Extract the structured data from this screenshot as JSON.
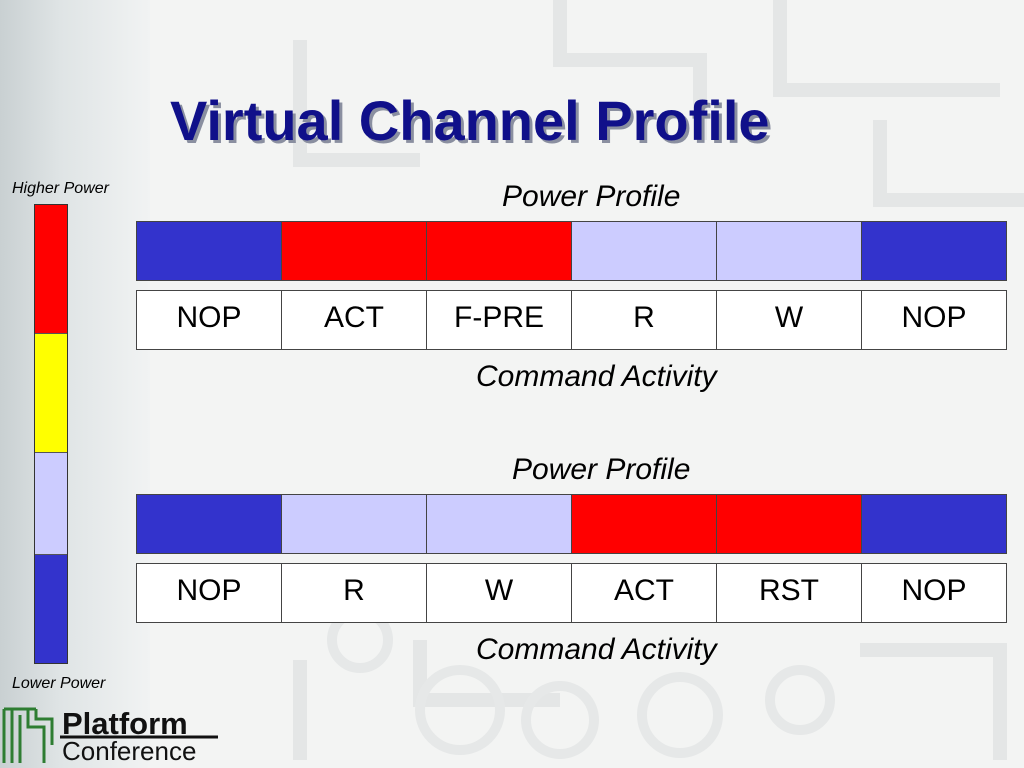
{
  "slide": {
    "title": "Virtual Channel Profile"
  },
  "legend": {
    "top_label": "Higher Power",
    "bottom_label": "Lower Power",
    "levels": [
      {
        "name": "red",
        "color": "#ff0000"
      },
      {
        "name": "yellow",
        "color": "#ffff00"
      },
      {
        "name": "light-blue",
        "color": "#ccccff"
      },
      {
        "name": "blue",
        "color": "#3333cc"
      }
    ]
  },
  "profiles": [
    {
      "power_caption": "Power Profile",
      "activity_caption": "Command Activity",
      "power_colors": [
        "#3333cc",
        "#ff0000",
        "#ff0000",
        "#ccccff",
        "#ccccff",
        "#3333cc"
      ],
      "commands": [
        "NOP",
        "ACT",
        "F-PRE",
        "R",
        "W",
        "NOP"
      ]
    },
    {
      "power_caption": "Power Profile",
      "activity_caption": "Command Activity",
      "power_colors": [
        "#3333cc",
        "#ccccff",
        "#ccccff",
        "#ff0000",
        "#ff0000",
        "#3333cc"
      ],
      "commands": [
        "NOP",
        "R",
        "W",
        "ACT",
        "RST",
        "NOP"
      ]
    }
  ],
  "logo": {
    "word1": "Platform",
    "word2": "Conference"
  }
}
